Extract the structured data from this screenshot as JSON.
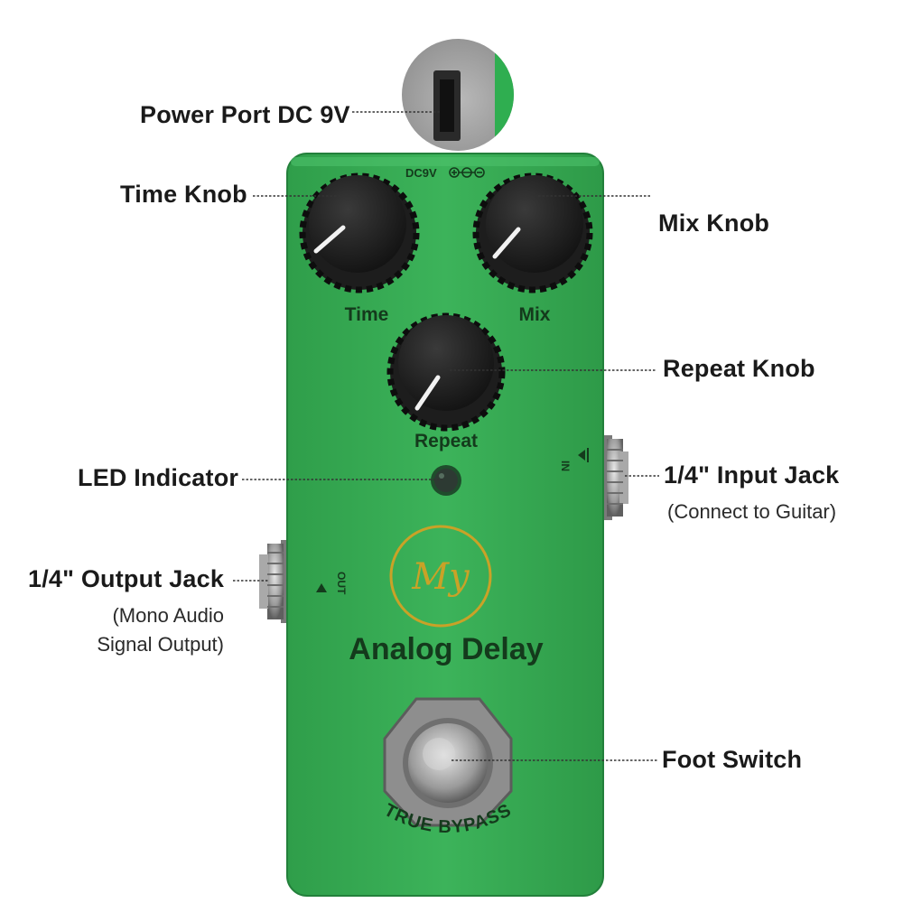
{
  "callouts": {
    "power_port": "Power Port DC 9V",
    "time_knob": "Time Knob",
    "mix_knob": "Mix Knob",
    "repeat_knob": "Repeat Knob",
    "led_indicator": "LED Indicator",
    "input_jack": "1/4\" Input Jack",
    "input_jack_note": "(Connect to Guitar)",
    "output_jack": "1/4\" Output Jack",
    "output_jack_note_line1": "(Mono Audio",
    "output_jack_note_line2": "Signal Output)",
    "foot_switch": "Foot Switch"
  },
  "pedal": {
    "dc_label": "DC9V",
    "knob_time": "Time",
    "knob_mix": "Mix",
    "knob_repeat": "Repeat",
    "logo_text": "My",
    "model_name": "Analog Delay",
    "switch_label": "TRUE BYPASS",
    "in_label": "IN",
    "out_label": "OUT"
  },
  "colors": {
    "pedal_green": "#34a853",
    "knob_black": "#1f1f1f",
    "logo_gold": "#c9a227",
    "callout_text": "#1a1a1a"
  }
}
